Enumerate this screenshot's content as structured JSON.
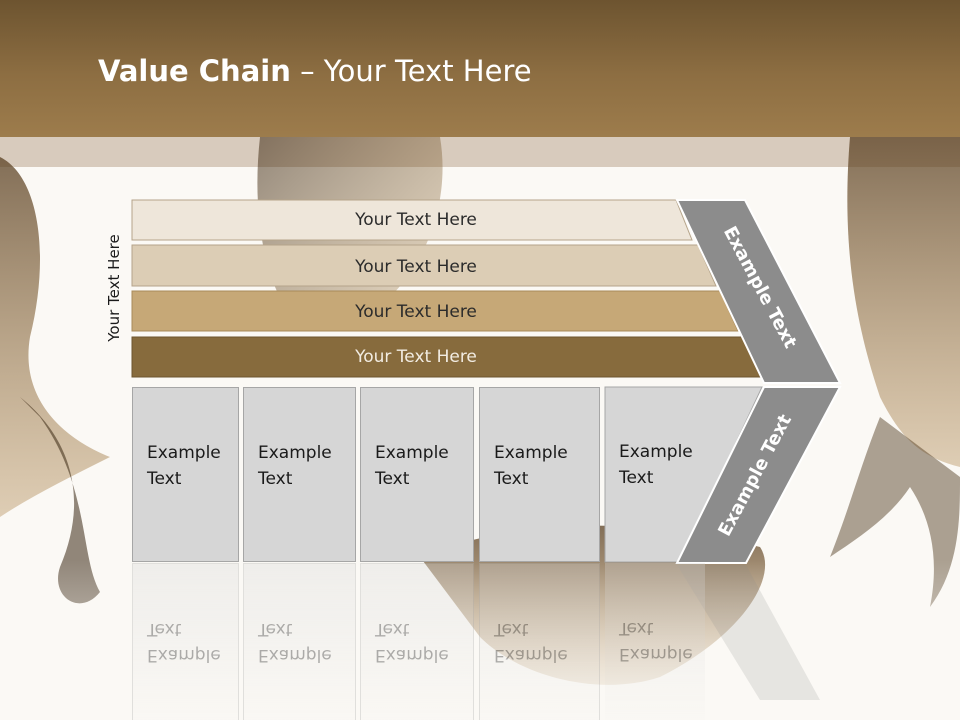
{
  "slide": {
    "title_bold": "Value Chain",
    "title_rest": " – Your Text Here",
    "vertical_label": "Your Text Here",
    "rows": [
      {
        "label": "Your Text Here",
        "color": "#eee6da"
      },
      {
        "label": "Your Text Here",
        "color": "#dccdb5"
      },
      {
        "label": "Your Text Here",
        "color": "#c6a877"
      },
      {
        "label": "Your Text Here",
        "color": "#876b3d"
      }
    ],
    "cells": [
      {
        "label": "Example\nText"
      },
      {
        "label": "Example\nText"
      },
      {
        "label": "Example\nText"
      },
      {
        "label": "Example\nText"
      },
      {
        "label": "Example\nText"
      }
    ],
    "arrow_upper_label": "Example Text",
    "arrow_lower_label": "Example Text",
    "colors": {
      "header": "#8d6e42",
      "band": "#d8cbbd",
      "cell_fill": "#d6d6d6",
      "arrow_fill": "#8c8c8c"
    }
  }
}
